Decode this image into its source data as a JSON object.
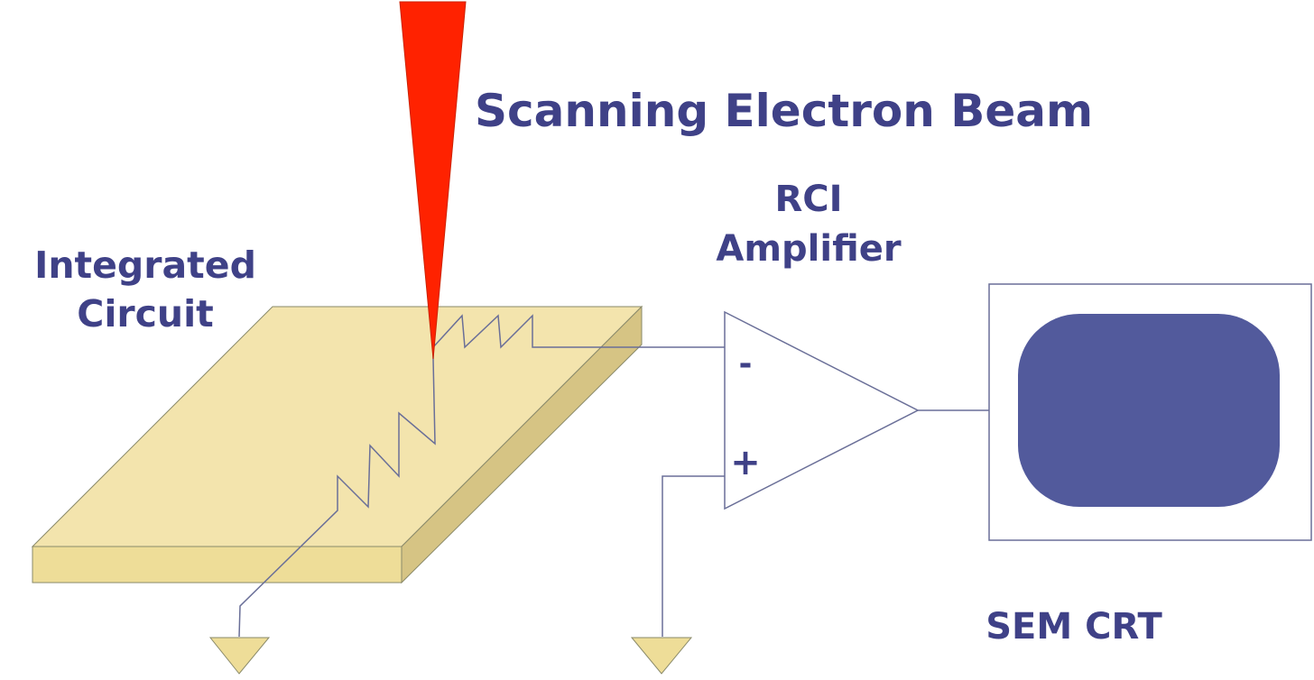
{
  "labels": {
    "beam": "Scanning Electron Beam",
    "ic_line1": "Integrated",
    "ic_line2": "Circuit",
    "amp_line1": "RCI",
    "amp_line2": "Amplifier",
    "crt": "SEM CRT",
    "minus": "-",
    "plus": "+"
  },
  "colors": {
    "label": "#3f4187",
    "beam": "#ff2200",
    "chip_top": "#f3e4ad",
    "chip_front": "#eedd98",
    "chip_side": "#d6c484",
    "ground": "#eedd98",
    "crt_screen": "#525a9c",
    "line": "#6a6f98"
  }
}
